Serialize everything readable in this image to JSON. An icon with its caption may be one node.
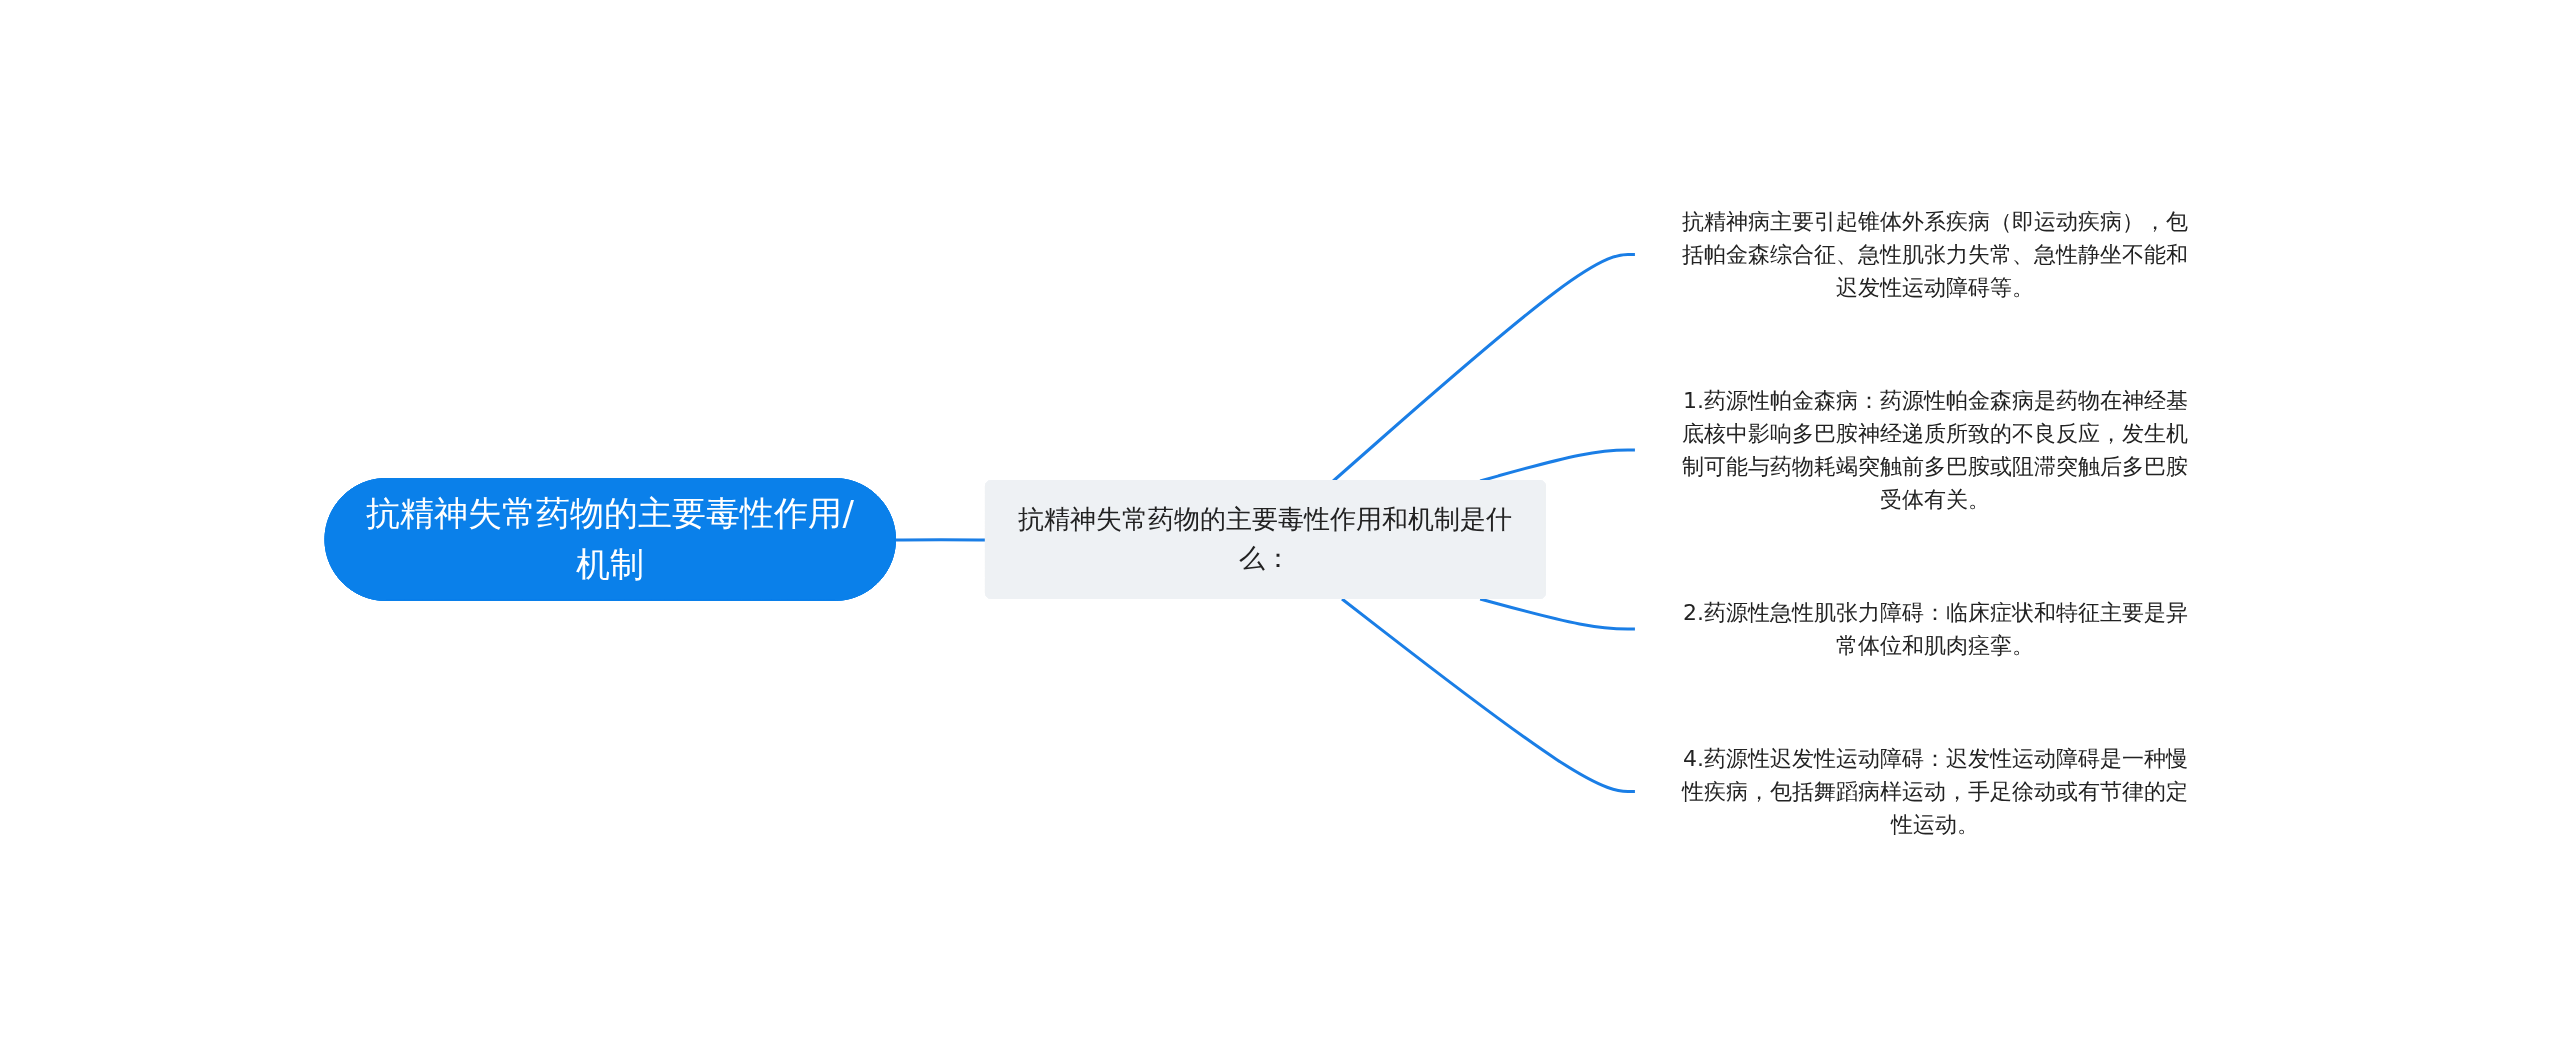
{
  "diagram": {
    "nodes": [
      {
        "text": [
          "抗精神失常药物的主要毒性作用/机制"
        ]
      },
      {
        "text": [
          "抗精神失常药物的主要毒性作用和机制是什么："
        ]
      },
      {
        "text": [
          "抗精神病主要引起锥体外系疾病（即运动疾病），包括帕金森综合征、急性肌张力失常、急性静坐不能和迟发性运动障碍等。"
        ]
      },
      {
        "text": [
          "1.药源性帕金森病：药源性帕金森病是药物在神经基底核中影响多巴胺神经递质所致的不良反应，发生机制可能与药物耗竭突触前多巴胺或阻滞突触后多巴胺受体有关。"
        ]
      },
      {
        "text": [
          "2.药源性急性肌张力障碍：临床症状和特征主要是异常体位和肌肉痉挛。"
        ]
      },
      {
        "text": [
          "4.药源性迟发性运动障碍：迟发性运动障碍是一种慢性疾病，包括舞蹈病样运动，手足徐动或有节律的定性运动。"
        ]
      }
    ],
    "edges": [
      {
        "from": 0,
        "to": 1,
        "arrow": "none"
      },
      {
        "from": 1,
        "to": 2,
        "arrow": "none"
      },
      {
        "from": 1,
        "to": 3,
        "arrow": "none"
      },
      {
        "from": 1,
        "to": 4,
        "arrow": "none"
      },
      {
        "from": 1,
        "to": 5,
        "arrow": "none"
      }
    ]
  }
}
